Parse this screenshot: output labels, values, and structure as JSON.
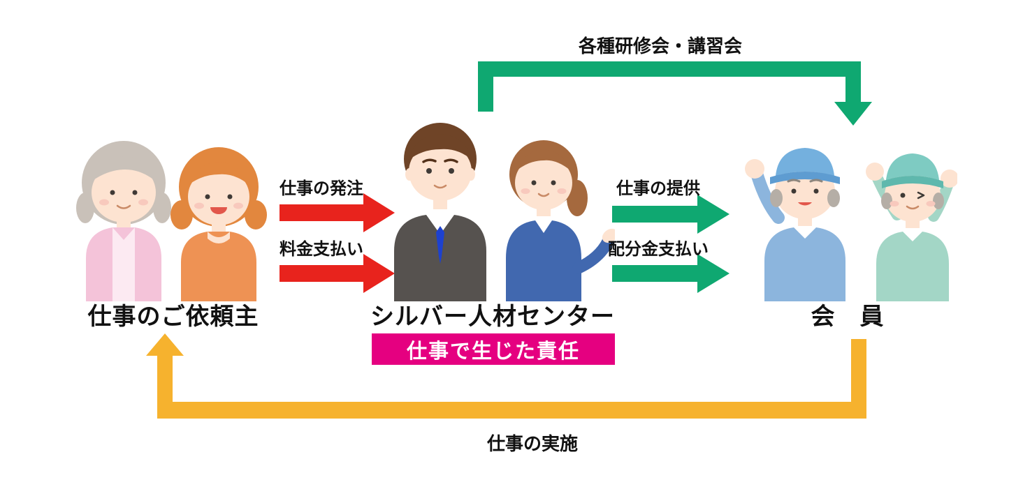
{
  "colors": {
    "background": "#ffffff",
    "red_arrow": "#e8231d",
    "green_arrow": "#0fa871",
    "yellow_arrow": "#f6b22e",
    "badge_bg": "#e50080",
    "badge_text": "#ffffff",
    "label_text": "#111111"
  },
  "nodes": {
    "client": {
      "label": "仕事のご依頼主"
    },
    "center": {
      "label": "シルバー人材センター",
      "badge": "仕事で生じた責任"
    },
    "member": {
      "label": "会　員"
    }
  },
  "arrows": {
    "work_order": {
      "label": "仕事の発注",
      "from": "仕事のご依頼主",
      "to": "シルバー人材センター"
    },
    "fee_payment": {
      "label": "料金支払い",
      "from": "仕事のご依頼主",
      "to": "シルバー人材センター"
    },
    "work_provision": {
      "label": "仕事の提供",
      "from": "シルバー人材センター",
      "to": "会員"
    },
    "distribution_payment": {
      "label": "配分金支払い",
      "from": "シルバー人材センター",
      "to": "会員"
    },
    "training": {
      "label": "各種研修会・講習会",
      "from": "シルバー人材センター",
      "to": "会員"
    },
    "work_execution": {
      "label": "仕事の実施",
      "from": "会員",
      "to": "仕事のご依頼主"
    }
  }
}
